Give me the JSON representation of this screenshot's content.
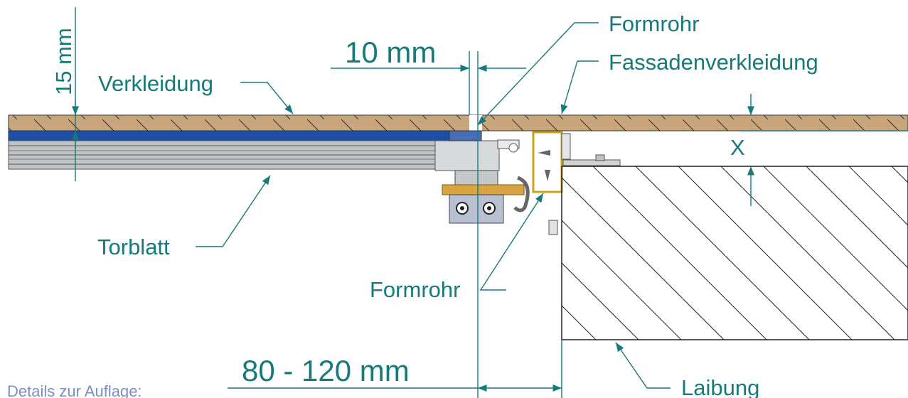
{
  "labels": {
    "dim_15mm": "15 mm",
    "dim_10mm": "10  mm",
    "formrohr_top": "Formrohr",
    "fassadenverkleidung": "Fassadenverkleidung",
    "verkleidung": "Verkleidung",
    "x_dim": "X",
    "torblatt": "Torblatt",
    "formrohr_bottom": "Formrohr",
    "dim_80_120": "80 - 120 mm",
    "laibung": "Laibung",
    "caption": "Details zur Auflage:"
  },
  "colors": {
    "annotation": "#167a7a",
    "wood": "#c9a57c",
    "door_blue": "#1f4fa3",
    "door_panel": "#b9bcbe",
    "caption": "#7b8fc4"
  }
}
